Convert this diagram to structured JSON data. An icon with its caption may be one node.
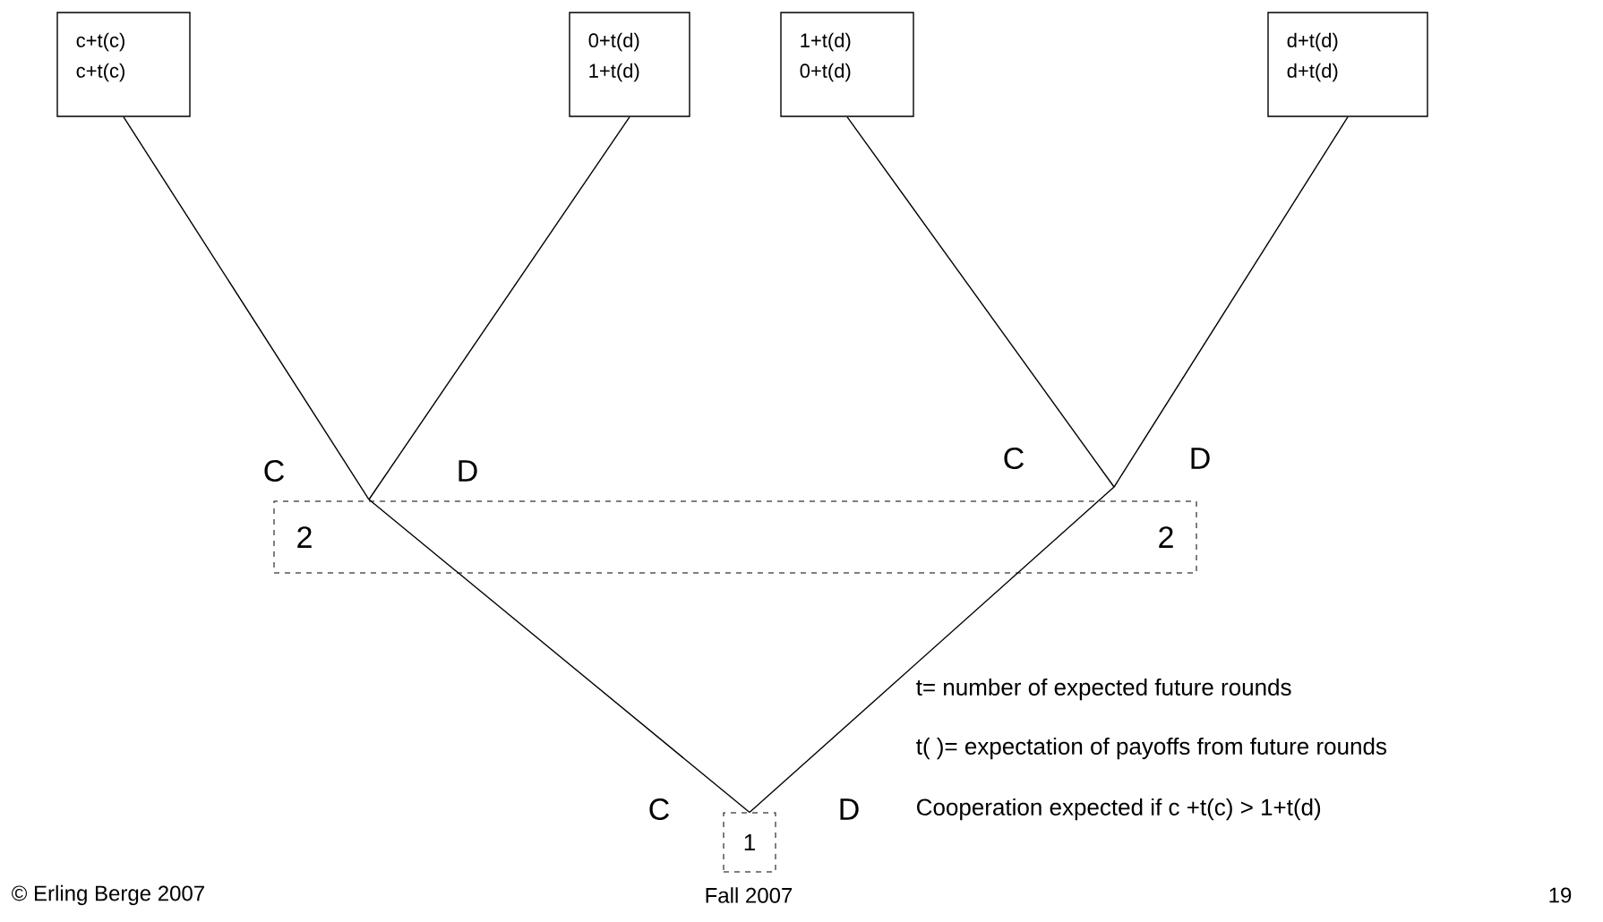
{
  "diagram": {
    "nodes": [
      {
        "text": [
          "c+t(c)",
          "c+t(c)"
        ]
      },
      {
        "text": [
          "0+t(d)",
          "1+t(d)"
        ]
      },
      {
        "text": [
          "1+t(d)",
          "0+t(d)"
        ]
      },
      {
        "text": [
          "d+t(d)",
          "d+t(d)"
        ]
      },
      {
        "text": [
          "2",
          "2"
        ]
      },
      {
        "text": [
          "1"
        ]
      }
    ],
    "edges": [
      {
        "from": 5,
        "to": 4,
        "arrow": "none",
        "label": "C"
      },
      {
        "from": 5,
        "to": 4,
        "arrow": "none",
        "label": "D"
      },
      {
        "from": 4,
        "to": 0,
        "arrow": "none",
        "label": "C"
      },
      {
        "from": 4,
        "to": 1,
        "arrow": "none",
        "label": "D"
      },
      {
        "from": 4,
        "to": 2,
        "arrow": "none",
        "label": "C"
      },
      {
        "from": 4,
        "to": 3,
        "arrow": "none",
        "label": "D"
      }
    ],
    "labels": [
      "t= number of expected future rounds",
      "t( )= expectation of payoffs from future rounds",
      "Cooperation expected if c +t(c) > 1+t(d)",
      "© Erling Berge 2007",
      "Fall 2007",
      "19"
    ]
  }
}
